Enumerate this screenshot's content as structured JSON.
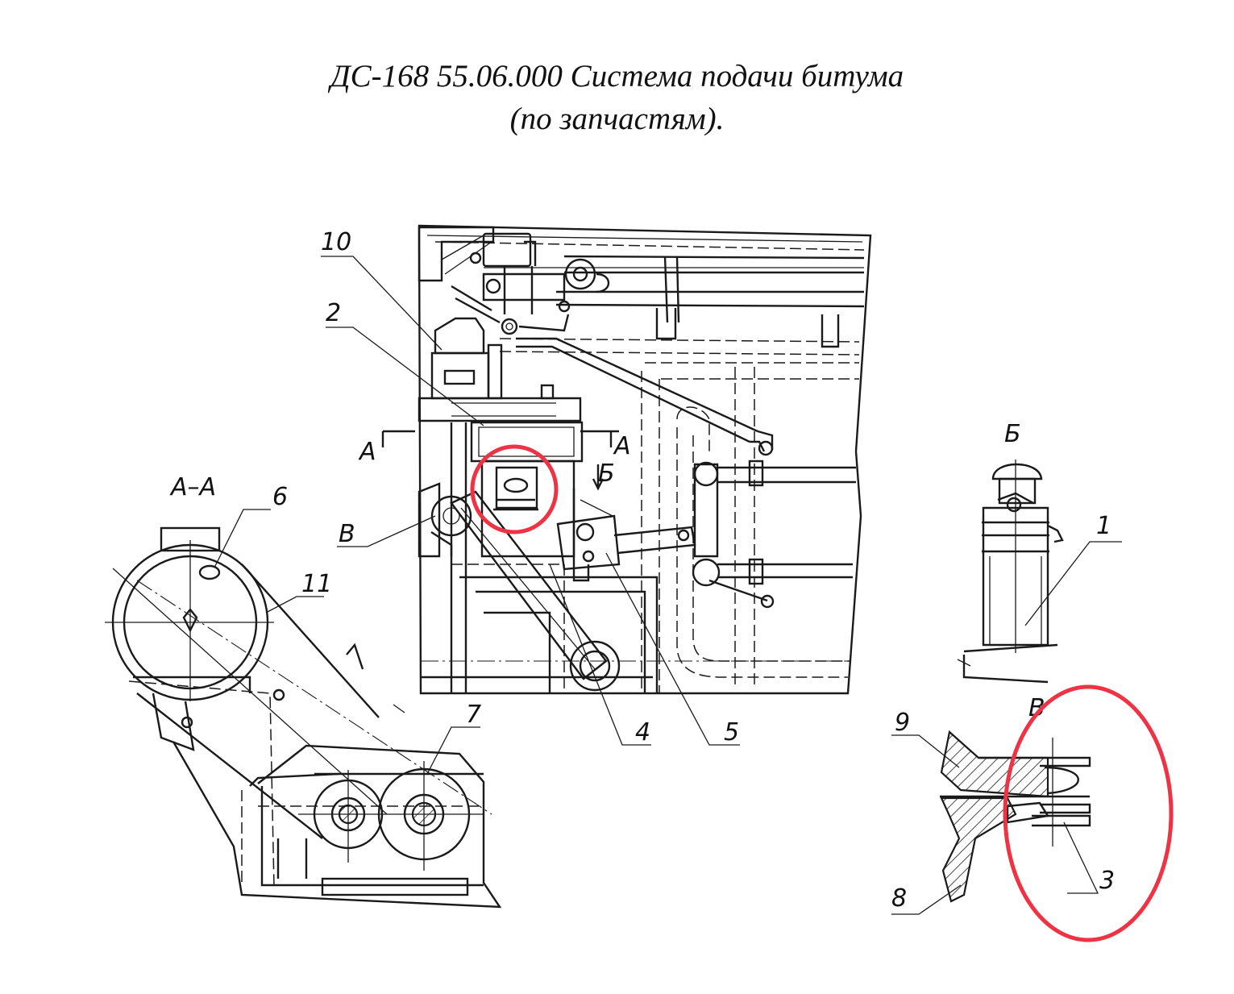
{
  "title": {
    "line1": "ДС-168 55.06.000 Система подачи битума",
    "line2": "(по запчастям)."
  },
  "callouts": [
    "1",
    "2",
    "3",
    "4",
    "5",
    "6",
    "7",
    "8",
    "9",
    "10",
    "11"
  ],
  "section_labels": {
    "section_a_left": "А",
    "section_a_right": "А",
    "section_aa": "А–А",
    "view_b_arrow": "Б",
    "view_b": "Б",
    "view_v_callout": "В",
    "view_v": "В"
  },
  "colors": {
    "highlight": "#ee3344",
    "ink": "#1a1a1a"
  },
  "highlights": [
    "highlight-ring-center",
    "highlight-ring-detail-3"
  ]
}
